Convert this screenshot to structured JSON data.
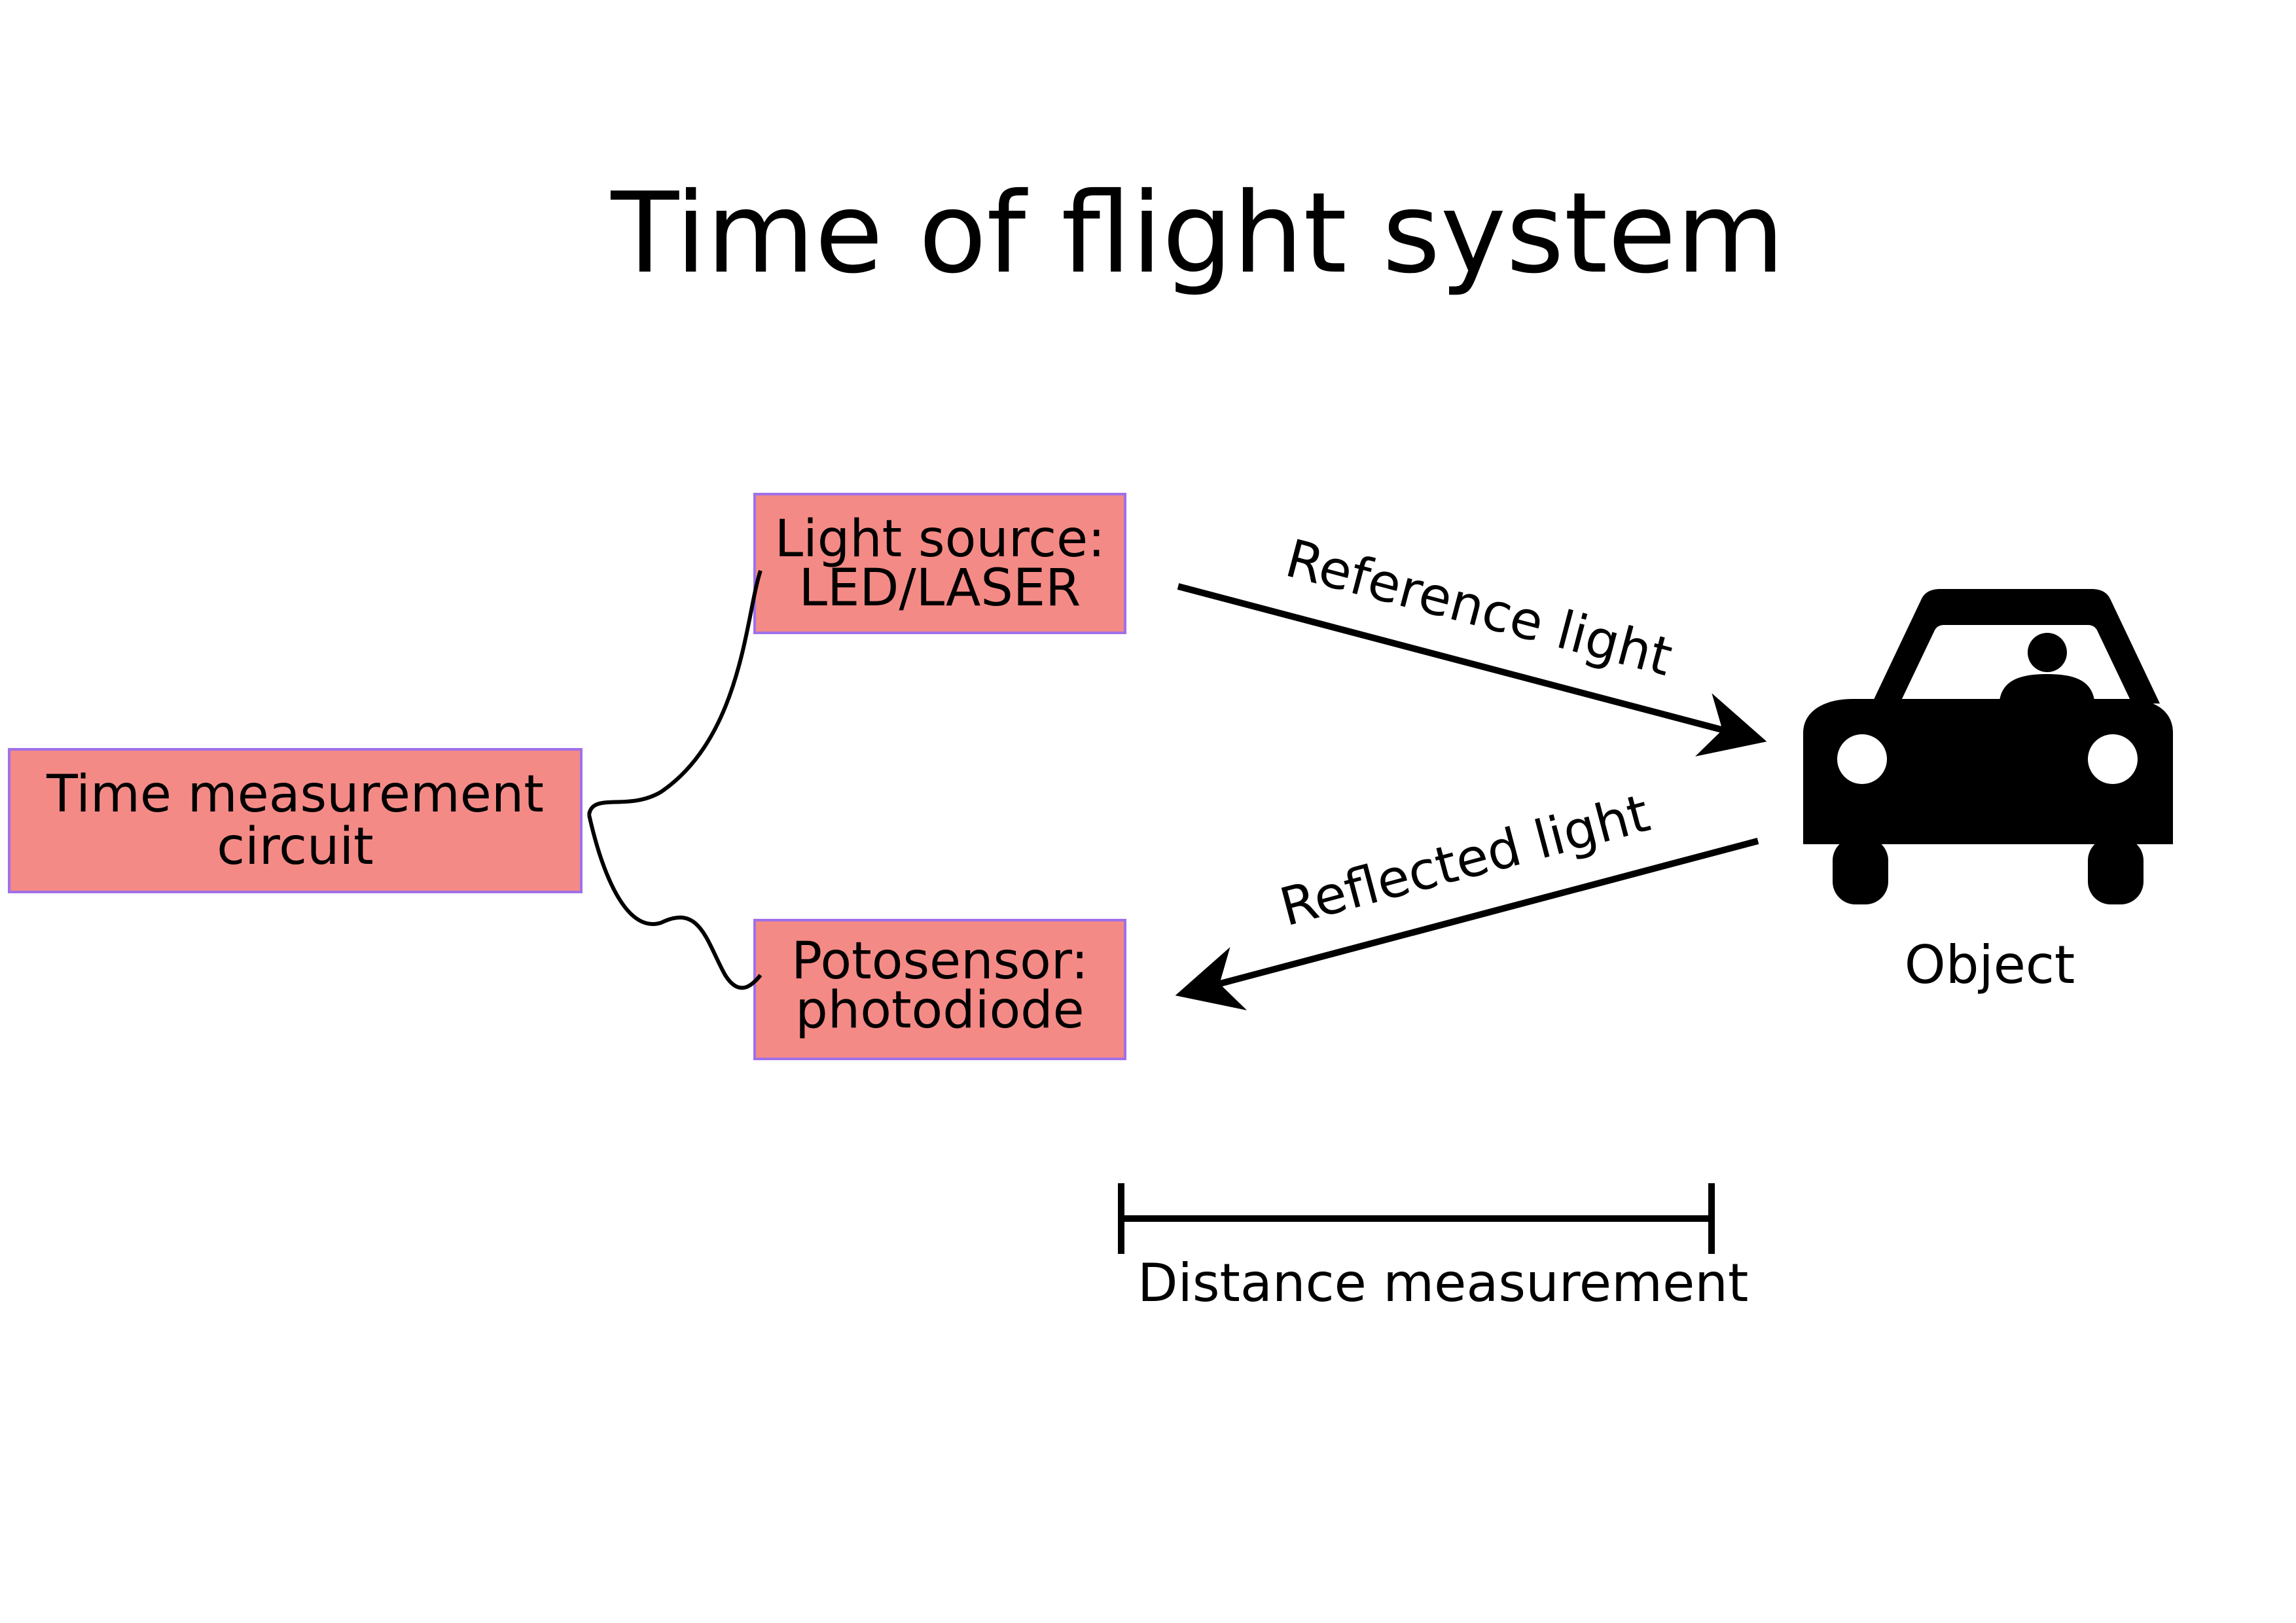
{
  "title": "Time of flight system",
  "boxes": {
    "time_circuit": {
      "line1": "Time measurement",
      "line2": "circuit"
    },
    "light_source": {
      "line1": "Light source:",
      "line2": "LED/LASER"
    },
    "photosensor": {
      "line1": "Potosensor:",
      "line2": "photodiode"
    }
  },
  "arrows": {
    "reference": "Reference light",
    "reflected": "Reflected light"
  },
  "object_label": "Object",
  "distance_label": "Distance measurement",
  "colors": {
    "box_fill": "#f48a86",
    "box_stroke": "#a070e8",
    "ink": "#000000",
    "background": "#ffffff"
  },
  "icons": {
    "object": "car-with-driver-icon"
  }
}
